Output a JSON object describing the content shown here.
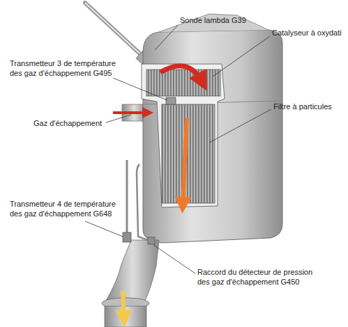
{
  "diagram": {
    "labels": [
      "Sonde lambda G39",
      "Catalyseur à oxydati",
      "Transmetteur 3 de température des gaz d'échappement G495",
      "Gaz d'échappement",
      "Filtre à particules",
      "Transmetteur 4 de température des gaz d'échappement G648",
      "Raccord du détecteur de pression des gaz d'échappement G450"
    ]
  }
}
